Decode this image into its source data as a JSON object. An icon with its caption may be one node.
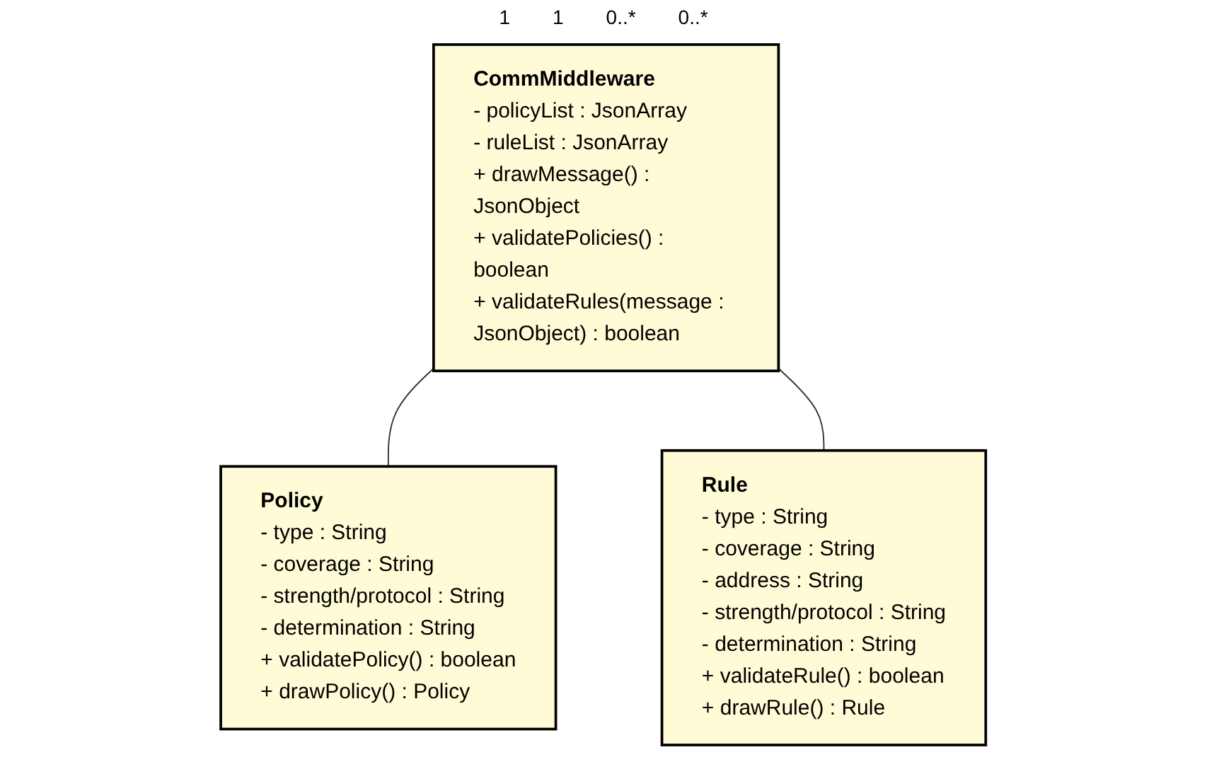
{
  "diagram": {
    "nodes": [
      {
        "text": [
          "CommMiddleware",
          "- policyList : JsonArray",
          "- ruleList : JsonArray",
          "+ drawMessage() : JsonObject",
          "+ validatePolicies() : boolean",
          "+ validateRules(message : JsonObject) : boolean"
        ]
      },
      {
        "text": [
          "Policy",
          "- type : String",
          "- coverage : String",
          "- strength/protocol : String",
          "- determination : String",
          "+ validatePolicy() : boolean",
          "+ drawPolicy() : Policy"
        ]
      },
      {
        "text": [
          "Rule",
          "- type : String",
          "- coverage : String",
          "- address : String",
          "- strength/protocol : String",
          "- determination : String",
          "+ validateRule() : boolean",
          "+ drawRule() : Rule"
        ]
      }
    ],
    "edges": [
      {
        "from": 0,
        "to": 1,
        "arrow": "none"
      },
      {
        "from": 0,
        "to": 2,
        "arrow": "none"
      }
    ],
    "labels": [
      "1",
      "1",
      "0..*",
      "0..*"
    ]
  }
}
